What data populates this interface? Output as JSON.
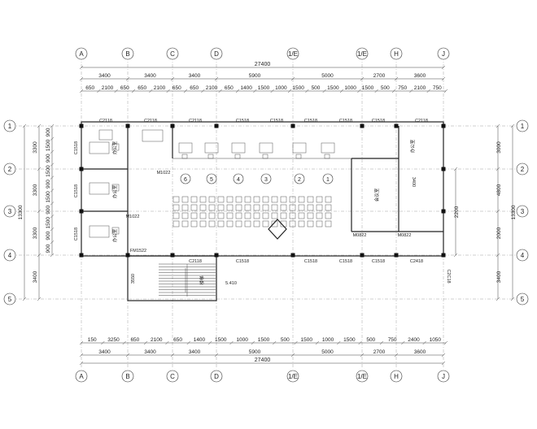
{
  "column_axes": [
    "A",
    "B",
    "C",
    "D",
    "1/E",
    "1/E",
    "H",
    "J"
  ],
  "row_axes": [
    "1",
    "2",
    "3",
    "4",
    "5"
  ],
  "top_overall": "27400",
  "bottom_overall": "27400",
  "top_bays": [
    "3400",
    "3400",
    "3400",
    "5900",
    "5000",
    "2700",
    "3600"
  ],
  "bottom_bays": [
    "3400",
    "3400",
    "3400",
    "5900",
    "5000",
    "2700",
    "3600"
  ],
  "top_detail": [
    "650",
    "2100",
    "650",
    "650",
    "2100",
    "650",
    "650",
    "2100",
    "650",
    "1400",
    "1500",
    "1000",
    "1500",
    "500",
    "1500",
    "1000",
    "1500",
    "500",
    "750",
    "2100",
    "750"
  ],
  "bottom_detail": [
    "150",
    "3250",
    "650",
    "2100",
    "650",
    "1400",
    "1500",
    "1000",
    "1500",
    "500",
    "1500",
    "1000",
    "1500",
    "500",
    "750",
    "2400",
    "1050"
  ],
  "left_rows": [
    "3300",
    "3300",
    "3300",
    "3400"
  ],
  "left_total": "13300",
  "left_detail": [
    "900",
    "1500",
    "900",
    "1500",
    "900",
    "1500",
    "900",
    "1500",
    "900",
    "900"
  ],
  "right_rows": [
    "3000",
    "4800",
    "2000",
    "3400"
  ],
  "right_total": "13300",
  "right_extra": "2200",
  "windows_top": [
    "C2118",
    "C2118",
    "C2118",
    "C1518",
    "C1518",
    "C1518",
    "C1518",
    "C1518",
    "C2118"
  ],
  "windows_bottom": [
    "C2118",
    "C1518",
    "C1518",
    "C1518",
    "C1518",
    "C2418"
  ],
  "windows_left": [
    "C1518",
    "C1518",
    "C1518"
  ],
  "window_right": "C2C18",
  "doors": [
    "M1022",
    "M1022",
    "FM1522",
    "M0822",
    "M0822"
  ],
  "room_labels": [
    "办公室",
    "办公室",
    "办公室",
    "会议室",
    "办公室",
    "楼梯"
  ],
  "row_numbers": [
    "6",
    "5",
    "4",
    "3",
    "2",
    "1"
  ],
  "misc_labels": [
    "3550",
    "3400",
    "5.410"
  ]
}
